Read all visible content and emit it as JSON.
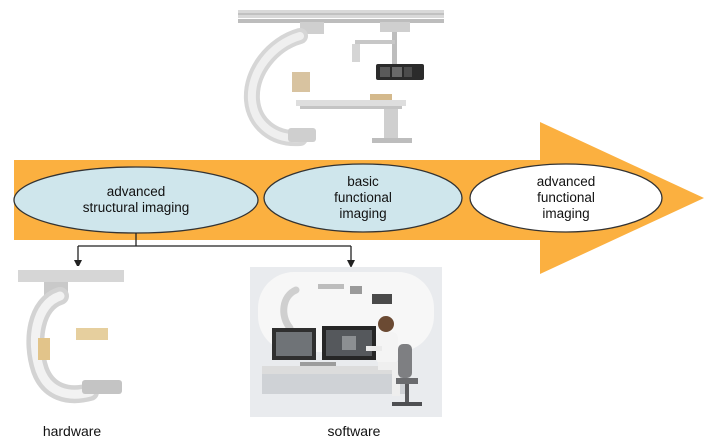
{
  "diagram": {
    "stages": [
      {
        "label": "advanced\nstructural imaging",
        "fill": "#cfe6ec"
      },
      {
        "label": "basic\nfunctional\nimaging",
        "fill": "#cfe6ec"
      },
      {
        "label": "advanced\nfunctional\nimaging",
        "fill": "#ffffff"
      }
    ],
    "branches": [
      {
        "caption": "hardware"
      },
      {
        "caption": "software"
      }
    ],
    "colors": {
      "arrow": "#fbb040",
      "ellipse_stroke": "#333333",
      "connector": "#222222"
    },
    "images": [
      "angiography-system-photo",
      "c-arm-hardware-photo",
      "workstation-software-photo"
    ]
  }
}
